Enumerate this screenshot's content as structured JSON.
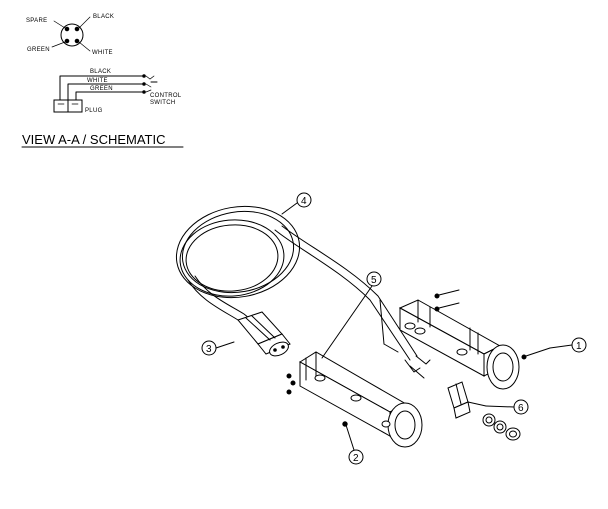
{
  "plug_face": {
    "labels": {
      "spare": "SPARE",
      "black": "BLACK",
      "green": "GREEN",
      "white": "WHITE"
    }
  },
  "wiring": {
    "wires": [
      "BLACK",
      "WHITE",
      "GREEN"
    ],
    "plug_label": "PLUG",
    "switch_label_line1": "CONTROL",
    "switch_label_line2": "SWITCH"
  },
  "view_title": "VIEW A-A / SCHEMATIC",
  "callouts": [
    "1",
    "2",
    "3",
    "4",
    "5",
    "6"
  ],
  "colors": {
    "ink": "#000000",
    "paper": "#ffffff"
  }
}
